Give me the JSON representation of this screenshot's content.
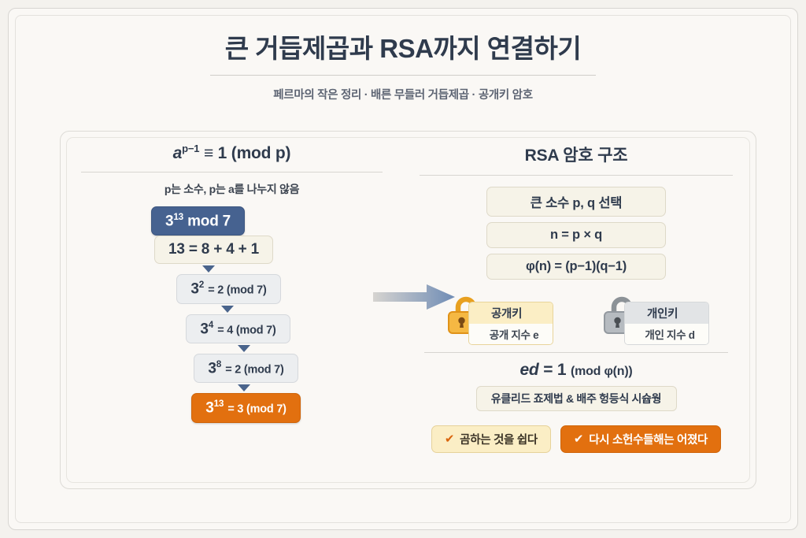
{
  "header": {
    "title": "큰 거듭제곱과 RSA까지 연결하기",
    "subtitle": "페르마의 작은 정리 · 배른 무들러 거듭제곱 · 공개키 암호"
  },
  "left_panel": {
    "heading_base": "a",
    "heading_exp": "p−1",
    "heading_rest": "≡ 1 (mod p)",
    "note": "p는 소수, p는 a를 나누지 않음",
    "steps": [
      {
        "base": "3",
        "exp": "13",
        "rest": "mod 7",
        "style": "primary"
      },
      {
        "base": "",
        "exp": "",
        "rest": "13 = 8 + 4 + 1",
        "style": "cream"
      },
      {
        "base": "3",
        "exp": "2",
        "rest": "= 2 (mod 7)",
        "style": "gray"
      },
      {
        "base": "3",
        "exp": "4",
        "rest": "= 4 (mod 7)",
        "style": "gray"
      },
      {
        "base": "3",
        "exp": "8",
        "rest": "= 2 (mod 7)",
        "style": "gray"
      },
      {
        "base": "3",
        "exp": "13",
        "rest": "= 3 (mod 7)",
        "style": "accent"
      }
    ]
  },
  "right_panel": {
    "heading": "RSA 암호 구조",
    "steps": [
      "큰 소수 p, q 선택",
      "n = p × q",
      "φ(n) = (p−1)(q−1)"
    ],
    "keys": [
      {
        "icon": "open-padlock-icon",
        "title": "공개키",
        "subtitle": "공개 지수 e",
        "color": "#f0a92c"
      },
      {
        "icon": "open-padlock-icon",
        "title": "개인키",
        "subtitle": "개인 지수 d",
        "color": "#9aa0a6"
      }
    ],
    "ed_main": "ed",
    "ed_eq": "= 1",
    "ed_mod": "(mod φ(n))",
    "ed_note": "유클리드 죠제법 & 배주 헝등식 시슙웡",
    "badges": [
      {
        "check": "✔",
        "label": "곰하는 것을 쉽다",
        "style": "light"
      },
      {
        "check": "✔",
        "label": "다시 소헌수들해는 어졌다",
        "style": "solid"
      }
    ]
  },
  "center_arrow": {
    "icon": "right-arrow-icon",
    "color": "#6f8cb5"
  },
  "theme": {
    "background": "#f4f2ee",
    "paper": "#faf8f5",
    "ink": "#2f3b4d",
    "primary": "#466290",
    "accent": "#e2700f",
    "cream": "#f6f3e8"
  }
}
